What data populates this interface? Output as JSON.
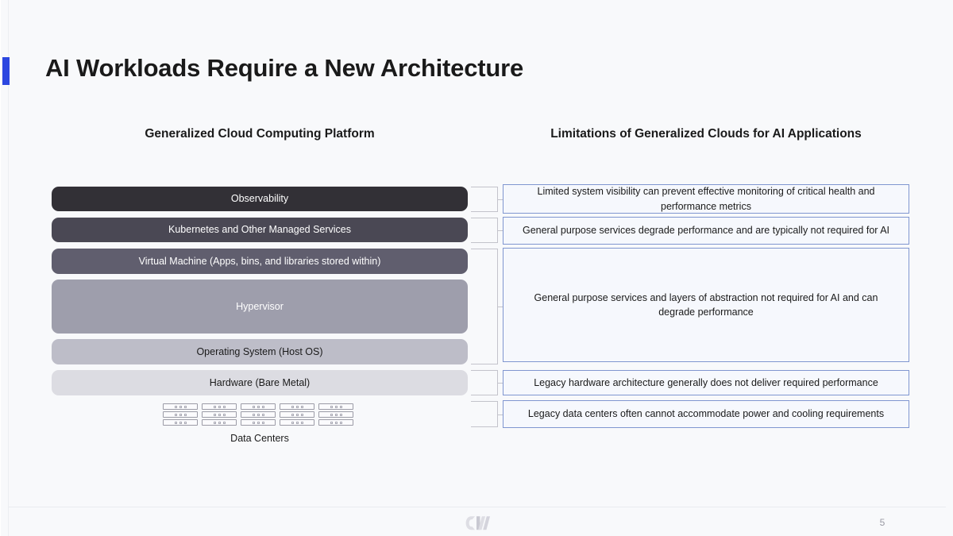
{
  "slide": {
    "title": "AI Workloads Require a New Architecture",
    "accent_color": "#2c47e0",
    "background": "#f8f9fb",
    "page_number": "5",
    "logo_name": "cw-logo"
  },
  "columns": {
    "left_header": "Generalized Cloud Computing Platform",
    "right_header": "Limitations of Generalized Clouds for AI Applications"
  },
  "stack": {
    "layers": [
      {
        "label": "Observability",
        "color": "#323036",
        "text_color": "#ffffff"
      },
      {
        "label": "Kubernetes and Other Managed Services",
        "color": "#4a4854",
        "text_color": "#ffffff"
      },
      {
        "label": "Virtual Machine (Apps, bins, and libraries stored within)",
        "color": "#605e6e",
        "text_color": "#ffffff"
      },
      {
        "label": "Hypervisor",
        "color": "#9e9eac",
        "text_color": "#ffffff"
      },
      {
        "label": "Operating System (Host OS)",
        "color": "#bdbdc8",
        "text_color": "#1a1a1a"
      },
      {
        "label": "Hardware (Bare Metal)",
        "color": "#dcdce2",
        "text_color": "#1a1a1a"
      }
    ],
    "data_centers_label": "Data Centers",
    "rack_count": 5,
    "rack_units_per_rack": 3,
    "leds_per_unit": 3
  },
  "limitations": [
    {
      "text": "Limited system visibility can prevent effective monitoring of critical health and performance metrics"
    },
    {
      "text": "General purpose services degrade performance and are typically not required for AI"
    },
    {
      "text": "General purpose services and layers of abstraction not required for AI and can degrade performance"
    },
    {
      "text": "Legacy hardware architecture generally does not deliver required performance"
    },
    {
      "text": "Legacy data centers often cannot accommodate power and cooling requirements"
    }
  ],
  "theme": {
    "limit_border": "#8096d0",
    "limit_fill": "#f6f8fd",
    "bracket_color": "#c3c3cb"
  }
}
